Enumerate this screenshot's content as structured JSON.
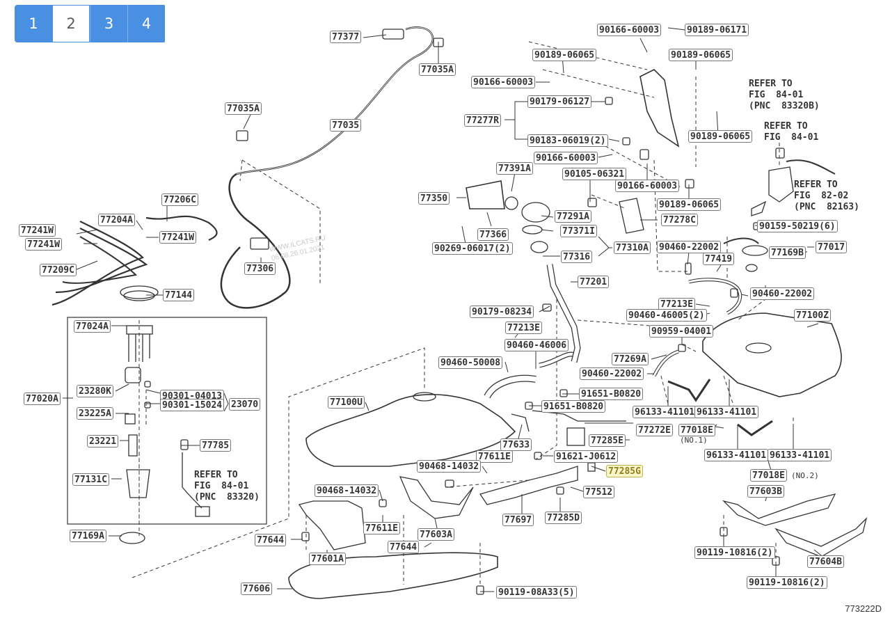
{
  "pager": {
    "pages": [
      "1",
      "2",
      "3",
      "4"
    ],
    "active": "2"
  },
  "labels": {
    "l77377": "77377",
    "l77035a_top": "77035A",
    "l77035": "77035",
    "l77035a_left": "77035A",
    "l77206c": "77206C",
    "l77204a": "77204A",
    "l77241w_1": "77241W",
    "l77241w_2": "77241W",
    "l77241w_3": "77241W",
    "l77209c": "77209C",
    "l77306": "77306",
    "l77144": "77144",
    "l77024a": "77024A",
    "l77020a": "77020A",
    "l23280k": "23280K",
    "l90301_04013": "90301-04013",
    "l90301_15024": "90301-15024",
    "l23070": "23070",
    "l23225a": "23225A",
    "l23221": "23221",
    "l77785": "77785",
    "l77131c": "77131C",
    "l77169a": "77169A",
    "l90166_60003_a": "90166-60003",
    "l90189_06171": "90189-06171",
    "l90189_06065_a": "90189-06065",
    "l90189_06065_b": "90189-06065",
    "l90166_60003_b": "90166-60003",
    "l90179_06127": "90179-06127",
    "l77277r": "77277R",
    "l90183_06019": "90183-06019(2)",
    "l90189_06065_c": "90189-06065",
    "l90166_60003_c": "90166-60003",
    "l77391a": "77391A",
    "l90105_06321": "90105-06321",
    "l90166_60003_d": "90166-60003",
    "l90189_06065_d": "90189-06065",
    "l77350": "77350",
    "l77291a": "77291A",
    "l77278c": "77278C",
    "l77366": "77366",
    "l77371i": "77371I",
    "l90269_06017": "90269-06017(2)",
    "l77310a": "77310A",
    "l77316": "77316",
    "l90460_22002_a": "90460-22002",
    "l77419": "77419",
    "l90159_50219": "90159-50219(6)",
    "l77169b": "77169B",
    "l77017": "77017",
    "l77201": "77201",
    "l90460_22002_b": "90460-22002",
    "l77213e_a": "77213E",
    "l90179_08234": "90179-08234",
    "l90460_46005": "90460-46005(2)",
    "l77213e_b": "77213E",
    "l77100z": "77100Z",
    "l90959_04001": "90959-04001",
    "l90460_46006": "90460-46006",
    "l90460_50008": "90460-50008",
    "l77269a": "77269A",
    "l90460_22002_c": "90460-22002",
    "l91651_b0820_a": "91651-B0820",
    "l77100u": "77100U",
    "l91651_b0820_b": "91651-B0820",
    "l96133_41101_a": "96133-41101",
    "l96133_41101_b": "96133-41101",
    "l77272e": "77272E",
    "l77018e_1": "77018E",
    "l77285e": "77285E",
    "l77633": "77633",
    "l77611e_a": "77611E",
    "l91621_j0612": "91621-J0612",
    "l96133_41101_c": "96133-41101",
    "l96133_41101_d": "96133-41101",
    "l90468_14032_a": "90468-14032",
    "l77285g": "77285G",
    "l77018e_2": "77018E",
    "l90468_14032_b": "90468-14032",
    "l77603b": "77603B",
    "l77512": "77512",
    "l77697": "77697",
    "l77285d": "77285D",
    "l77611e_b": "77611E",
    "l77603a": "77603A",
    "l77644_a": "77644",
    "l77644_b": "77644",
    "l77601a": "77601A",
    "l90119_10816_a": "90119-10816(2)",
    "l77604b": "77604B",
    "l90119_10816_b": "90119-10816(2)",
    "l77606": "77606",
    "l90119_08a33": "90119-08A33(5)"
  },
  "notes": {
    "refer_84_01_top": "REFER TO\nFIG  84-01\n(PNC  83320B)",
    "refer_84_01_mid": "REFER TO\nFIG  84-01",
    "refer_82_02": "REFER TO\nFIG  82-02\n(PNC  82163)",
    "refer_84_01_low": "REFER TO\nFIG  84-01\n(PNC  83320)",
    "no1": "(NO.1)",
    "no2": "(NO.2)"
  },
  "watermark": "WWW.ILCATS.RU\n06.08.26.01.2021",
  "figure_number": "773222D",
  "colors": {
    "pager_blue": "#4a90e2",
    "highlight": "#fbf6c8",
    "line": "#333333"
  }
}
